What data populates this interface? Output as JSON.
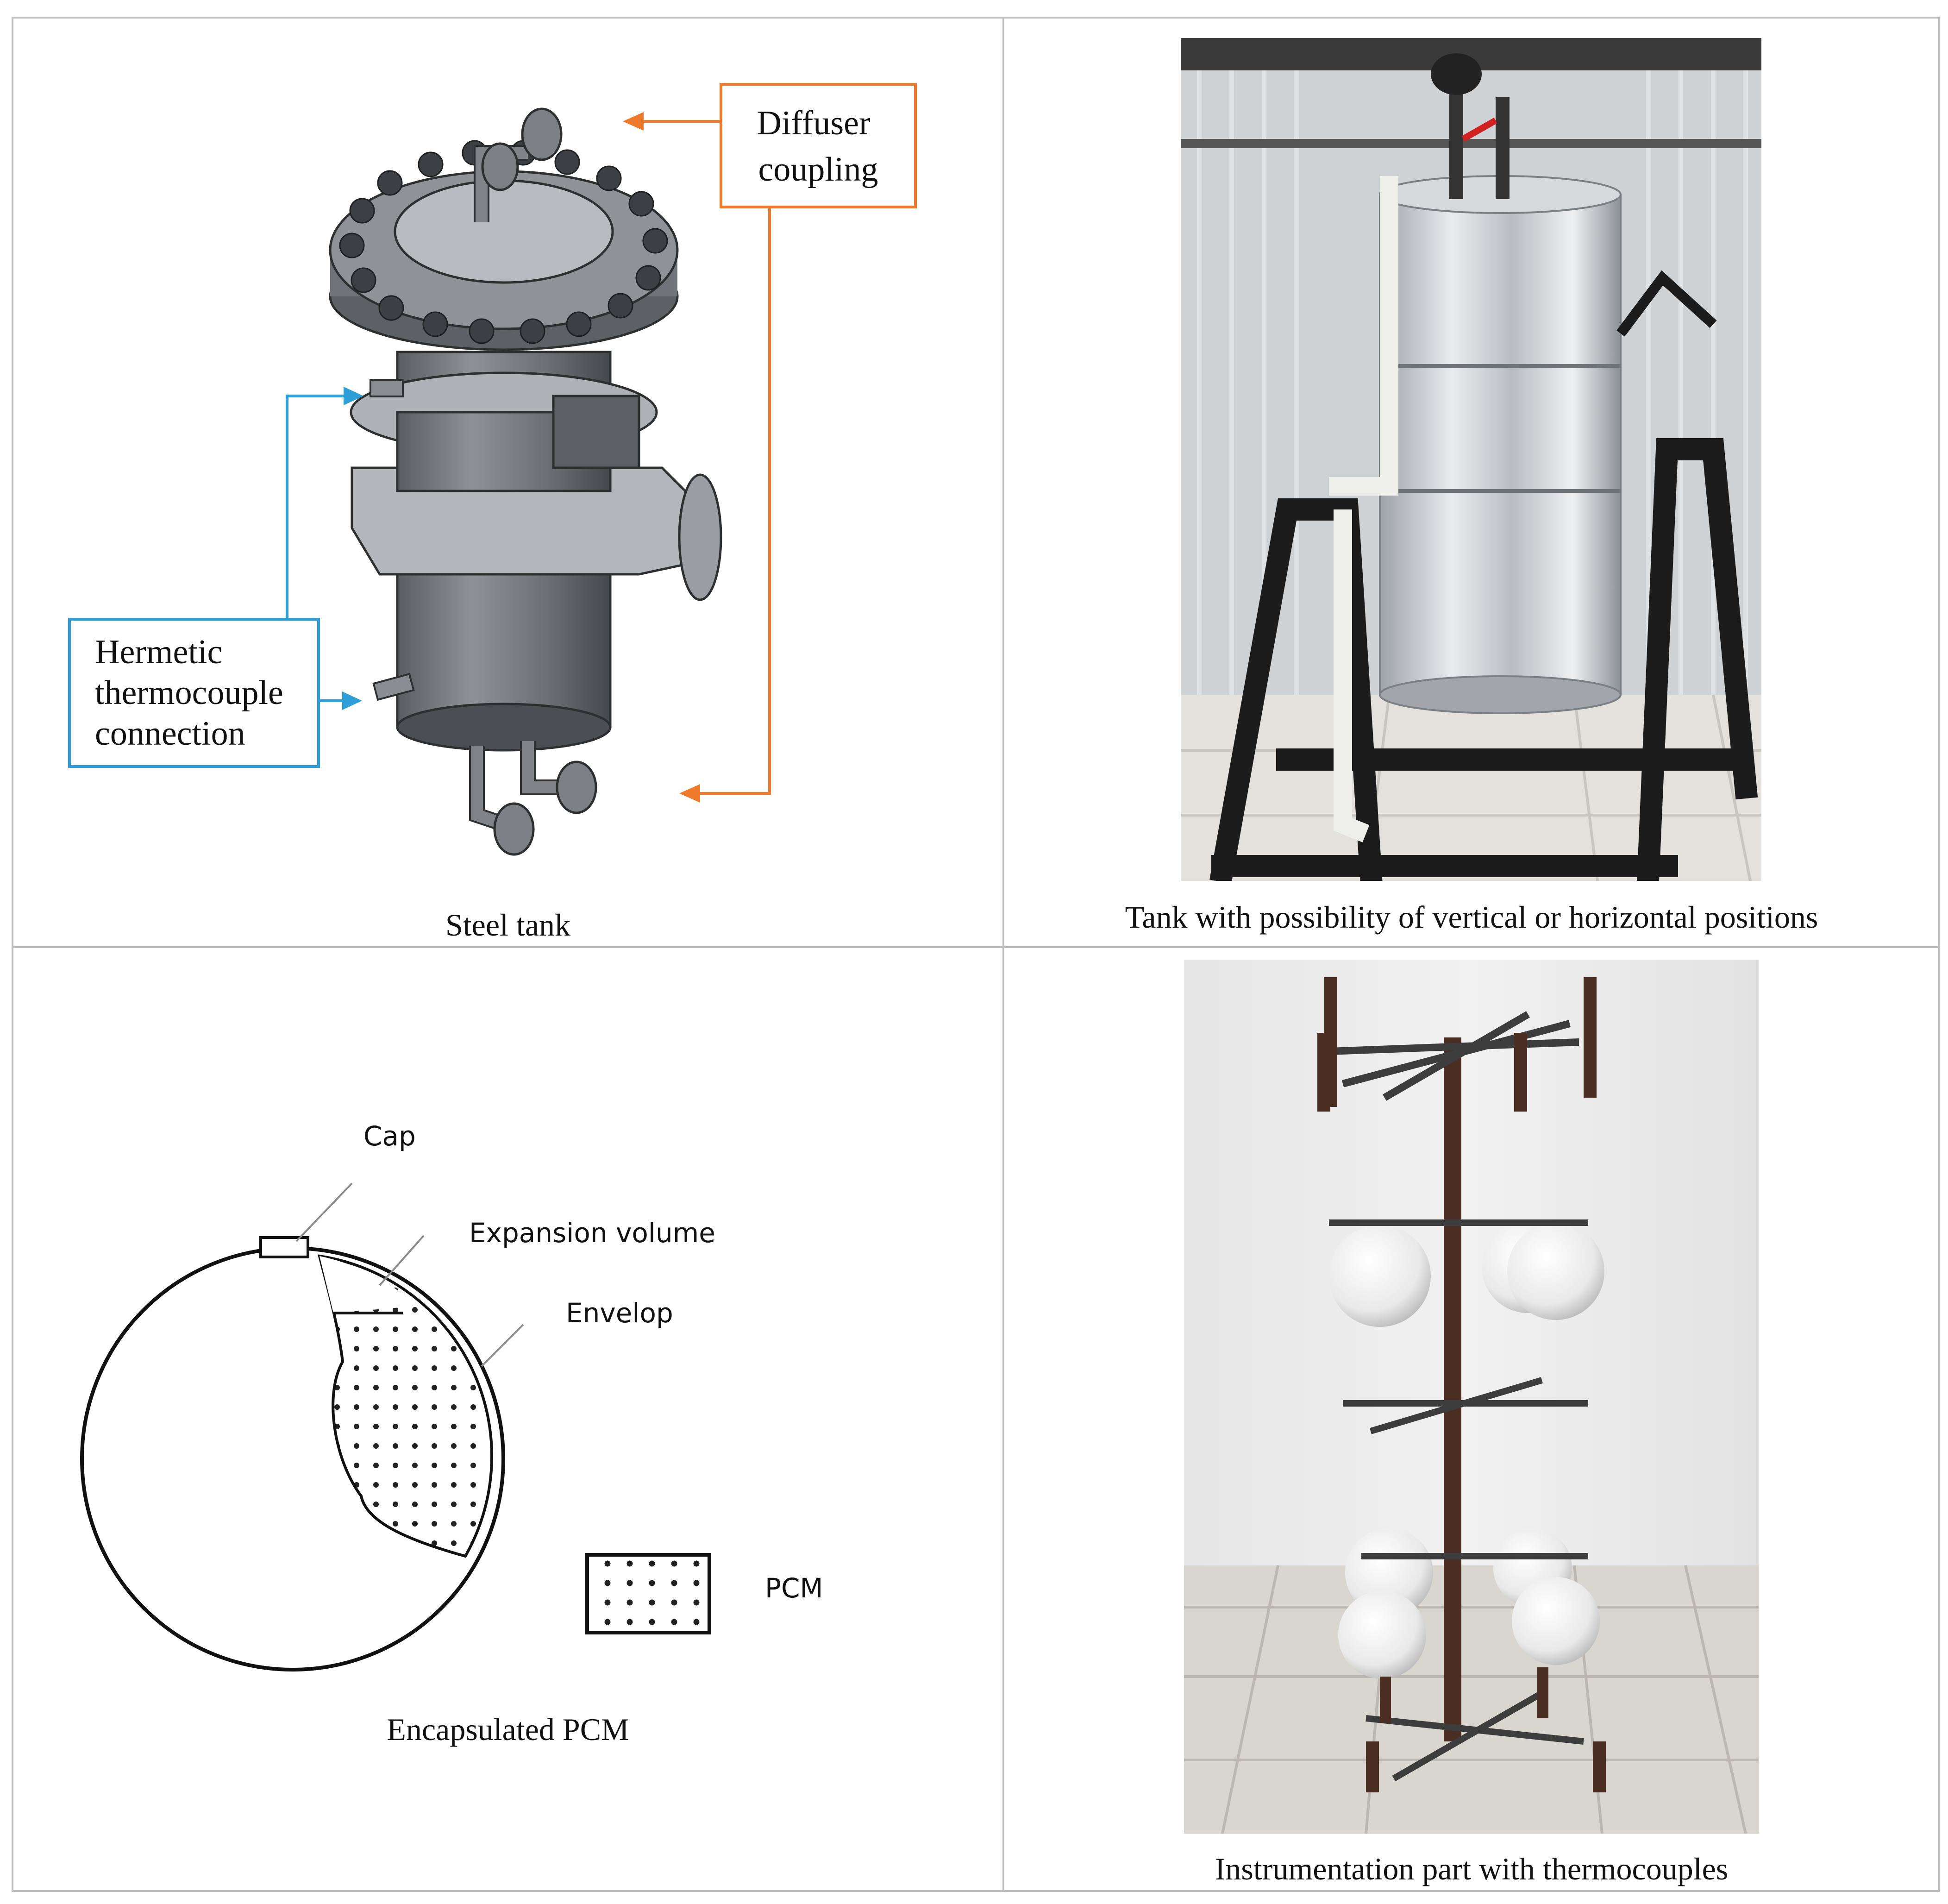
{
  "panels": {
    "steel_tank": {
      "caption": "Steel tank",
      "callouts": {
        "diffuser": [
          "Diffuser",
          "coupling"
        ],
        "thermocouple": [
          "Hermetic",
          "thermocouple",
          "connection"
        ]
      }
    },
    "tank_positions": {
      "caption": "Tank with possibility of vertical or horizontal positions"
    },
    "encapsulated_pcm": {
      "caption": "Encapsulated PCM",
      "labels": {
        "cap": "Cap",
        "expansion": "Expansion volume",
        "envelop": "Envelop",
        "pcm": "PCM"
      }
    },
    "instrumentation": {
      "caption": "Instrumentation part with thermocouples"
    }
  },
  "colors": {
    "diffuser_callout": "#f07a2c",
    "thermocouple_callout": "#2e9fd8",
    "grid_line": "#bdbdbd"
  }
}
